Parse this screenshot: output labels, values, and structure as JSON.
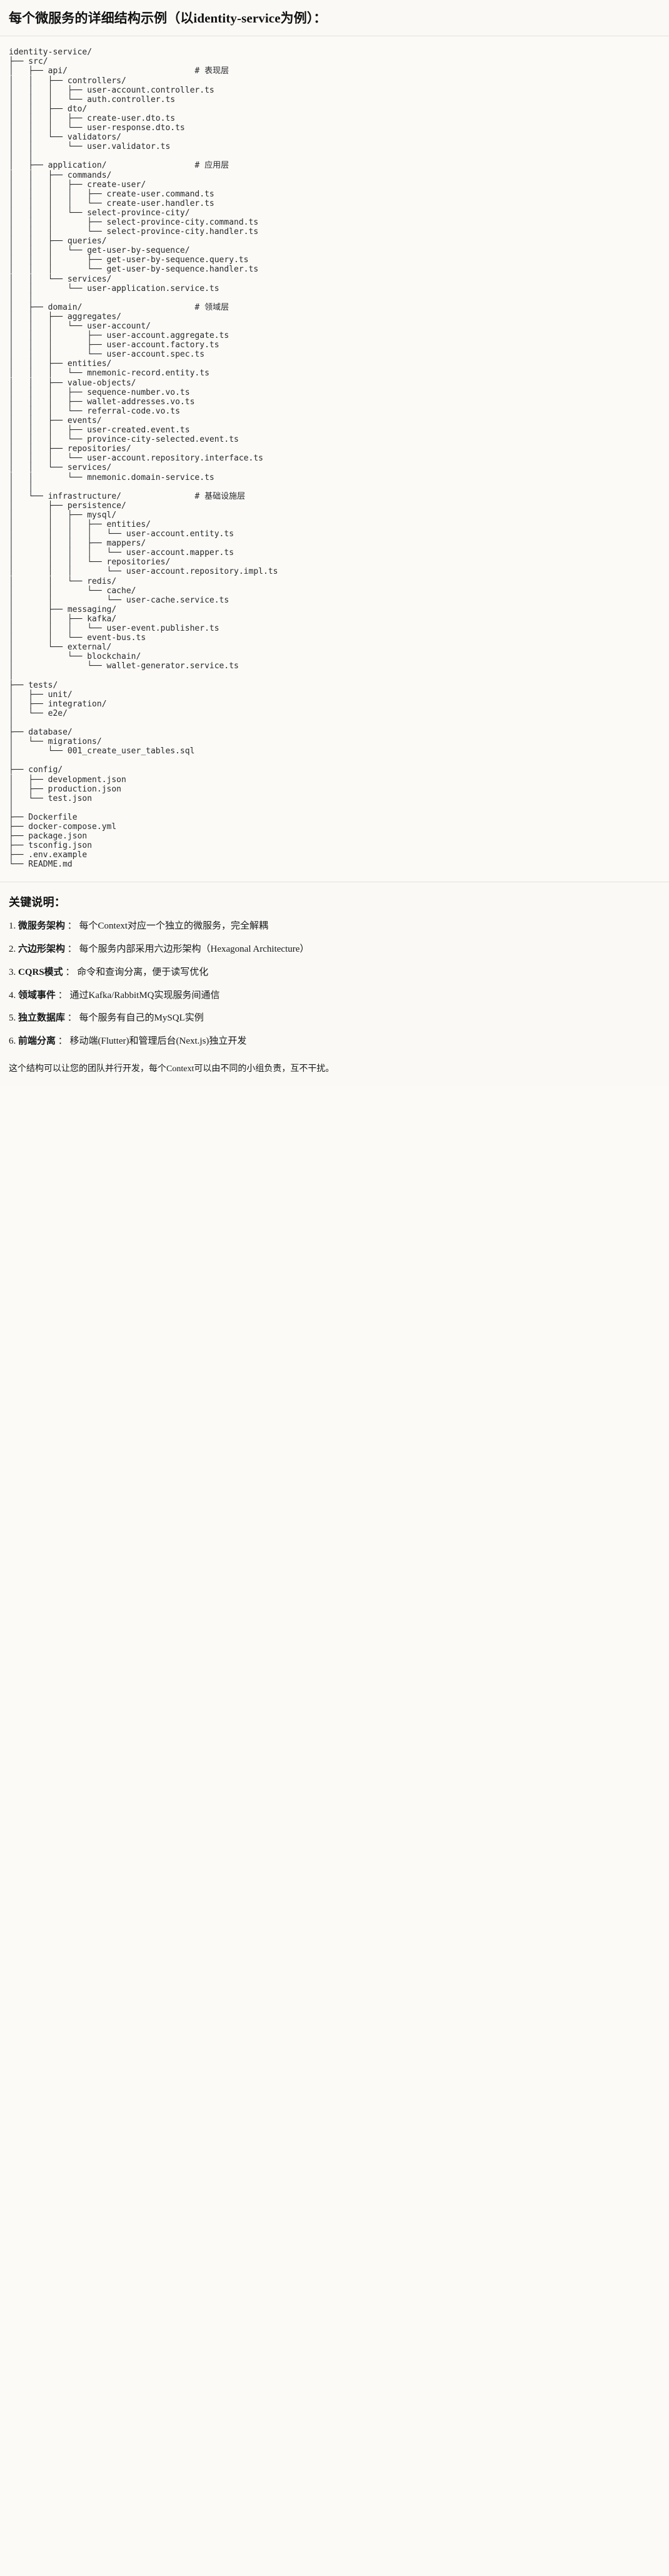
{
  "header": {
    "title": "每个微服务的详细结构示例（以identity-service为例）："
  },
  "tree": {
    "root": "identity-service/",
    "text": "identity-service/\n├── src/\n│   ├── api/                          # 表现层\n│   │   ├── controllers/\n│   │   │   ├── user-account.controller.ts\n│   │   │   └── auth.controller.ts\n│   │   ├── dto/\n│   │   │   ├── create-user.dto.ts\n│   │   │   └── user-response.dto.ts\n│   │   └── validators/\n│   │       └── user.validator.ts\n│   │\n│   ├── application/                  # 应用层\n│   │   ├── commands/\n│   │   │   ├── create-user/\n│   │   │   │   ├── create-user.command.ts\n│   │   │   │   └── create-user.handler.ts\n│   │   │   └── select-province-city/\n│   │   │       ├── select-province-city.command.ts\n│   │   │       └── select-province-city.handler.ts\n│   │   ├── queries/\n│   │   │   └── get-user-by-sequence/\n│   │   │       ├── get-user-by-sequence.query.ts\n│   │   │       └── get-user-by-sequence.handler.ts\n│   │   └── services/\n│   │       └── user-application.service.ts\n│   │\n│   ├── domain/                       # 领域层\n│   │   ├── aggregates/\n│   │   │   └── user-account/\n│   │   │       ├── user-account.aggregate.ts\n│   │   │       ├── user-account.factory.ts\n│   │   │       └── user-account.spec.ts\n│   │   ├── entities/\n│   │   │   └── mnemonic-record.entity.ts\n│   │   ├── value-objects/\n│   │   │   ├── sequence-number.vo.ts\n│   │   │   ├── wallet-addresses.vo.ts\n│   │   │   └── referral-code.vo.ts\n│   │   ├── events/\n│   │   │   ├── user-created.event.ts\n│   │   │   └── province-city-selected.event.ts\n│   │   ├── repositories/\n│   │   │   └── user-account.repository.interface.ts\n│   │   └── services/\n│   │       └── mnemonic.domain-service.ts\n│   │\n│   └── infrastructure/               # 基础设施层\n│       ├── persistence/\n│       │   ├── mysql/\n│       │   │   ├── entities/\n│       │   │   │   └── user-account.entity.ts\n│       │   │   ├── mappers/\n│       │   │   │   └── user-account.mapper.ts\n│       │   │   └── repositories/\n│       │   │       └── user-account.repository.impl.ts\n│       │   └── redis/\n│       │       └── cache/\n│       │           └── user-cache.service.ts\n│       ├── messaging/\n│       │   ├── kafka/\n│       │   │   └── user-event.publisher.ts\n│       │   └── event-bus.ts\n│       └── external/\n│           └── blockchain/\n│               └── wallet-generator.service.ts\n│\n├── tests/\n│   ├── unit/\n│   ├── integration/\n│   └── e2e/\n│\n├── database/\n│   └── migrations/\n│       └── 001_create_user_tables.sql\n│\n├── config/\n│   ├── development.json\n│   ├── production.json\n│   └── test.json\n│\n├── Dockerfile\n├── docker-compose.yml\n├── package.json\n├── tsconfig.json\n├── .env.example\n└── README.md",
    "layer_comments": [
      "# 表现层",
      "# 应用层",
      "# 领域层",
      "# 基础设施层"
    ]
  },
  "notes": {
    "title": "关键说明：",
    "items": [
      {
        "index": "1.",
        "term": "微服务架构",
        "separator": "：",
        "description": "每个Context对应一个独立的微服务，完全解耦"
      },
      {
        "index": "2.",
        "term": "六边形架构",
        "separator": "：",
        "description": "每个服务内部采用六边形架构（Hexagonal Architecture）"
      },
      {
        "index": "3.",
        "term": "CQRS模式",
        "separator": "：",
        "description": "命令和查询分离，便于读写优化"
      },
      {
        "index": "4.",
        "term": "领域事件",
        "separator": "：",
        "description": "通过Kafka/RabbitMQ实现服务间通信"
      },
      {
        "index": "5.",
        "term": "独立数据库",
        "separator": "：",
        "description": "每个服务有自己的MySQL实例"
      },
      {
        "index": "6.",
        "term": "前端分离",
        "separator": "：",
        "description": "移动端(Flutter)和管理后台(Next.js)独立开发"
      }
    ],
    "closing": "这个结构可以让您的团队并行开发，每个Context可以由不同的小组负责，互不干扰。"
  },
  "colors": {
    "page_background": "#fbfaf7",
    "header_background": "#faf9f5",
    "text": "#16181a",
    "tree_text": "#26282b",
    "divider": "#e3e1da"
  }
}
